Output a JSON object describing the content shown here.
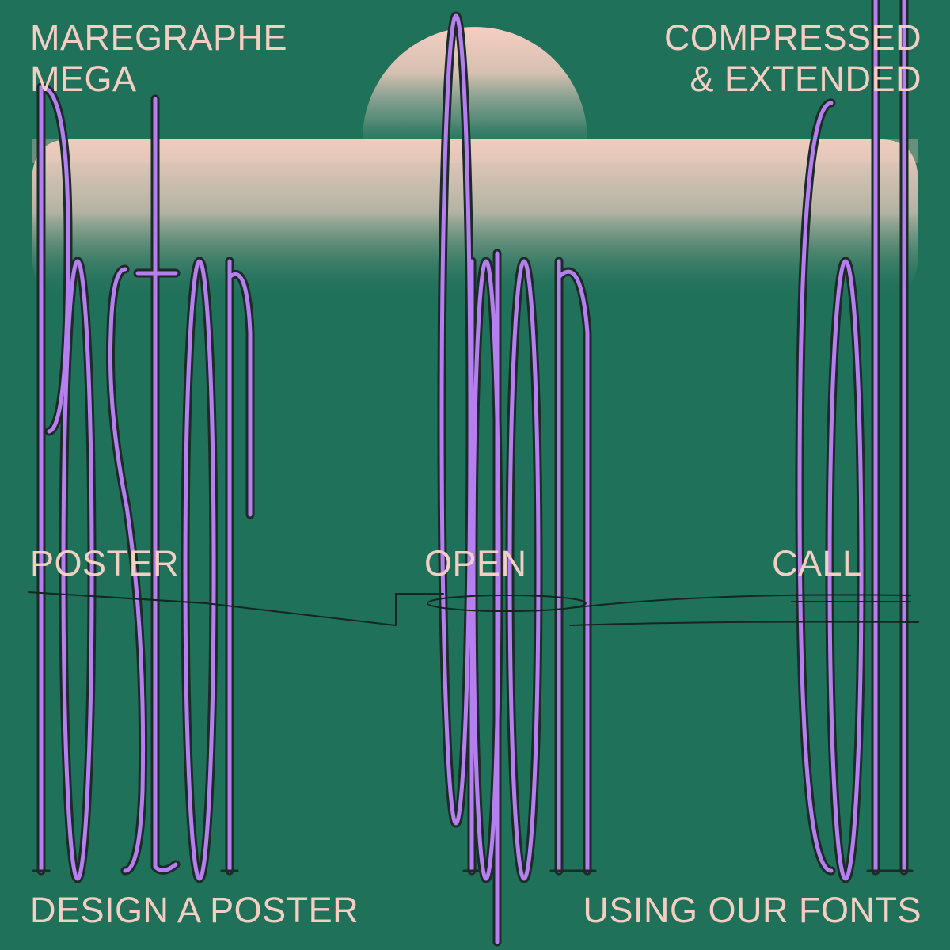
{
  "poster": {
    "top_left": [
      "MAREGRAPHE",
      "MEGA"
    ],
    "top_right": [
      "COMPRESSED",
      "& EXTENDED"
    ],
    "middle": [
      "POSTER",
      "OPEN",
      "CALL"
    ],
    "bottom_left": "DESIGN A POSTER",
    "bottom_right": "USING OUR FONTS"
  },
  "colors": {
    "background": "#20715a",
    "text": "#f3cfc3",
    "letter_fill": "#b67ff0",
    "letter_outline": "#1c2a28",
    "glow": "#f6cfc2"
  }
}
